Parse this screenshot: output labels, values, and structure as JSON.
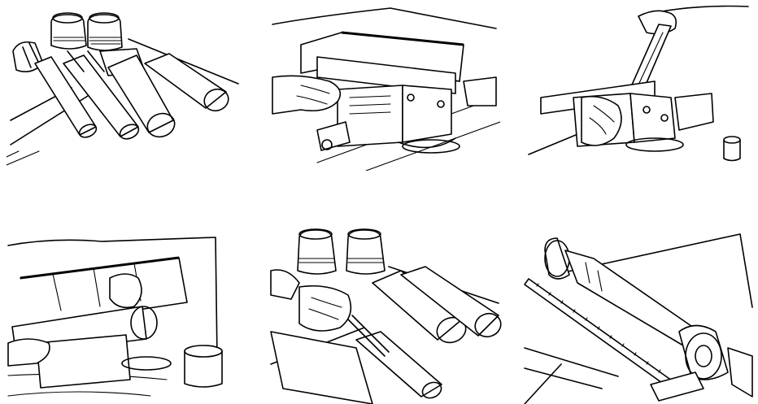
{
  "figure": {
    "panels": [
      {
        "id": "p1",
        "depicts": "driveshaft-halves-with-tubes-on-bench"
      },
      {
        "id": "p2",
        "depicts": "hand-clamping-tube-in-vise"
      },
      {
        "id": "p3",
        "depicts": "hands-filing-tube-end-in-vise"
      },
      {
        "id": "p4",
        "depicts": "hands-sawing-tube-in-vise"
      },
      {
        "id": "p5",
        "depicts": "hand-deburring-tube-end"
      },
      {
        "id": "p6",
        "depicts": "measuring-assembled-driveshaft-with-ruler"
      }
    ]
  },
  "colors": {
    "ink": "#000000",
    "paper": "#ffffff"
  }
}
